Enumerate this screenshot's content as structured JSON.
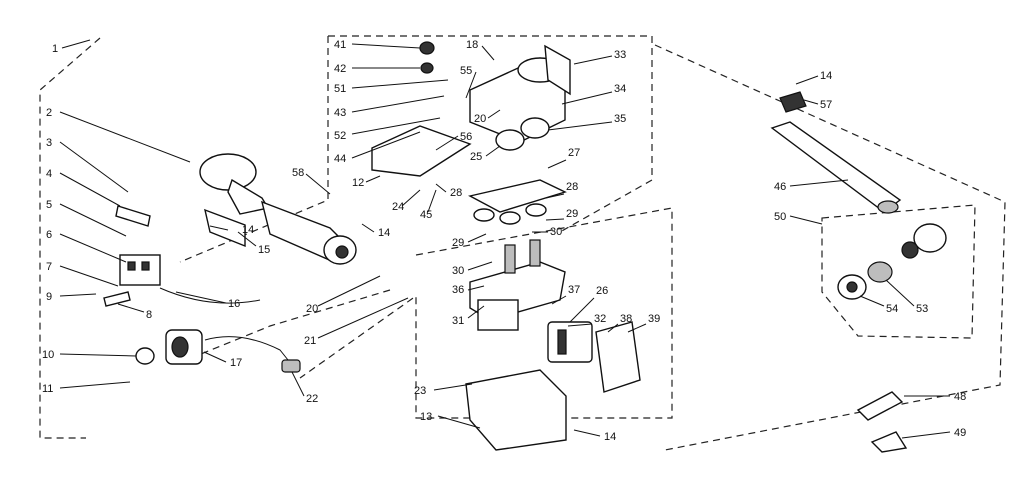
{
  "diagram": {
    "callouts": {
      "c1": "1",
      "c2": "2",
      "c3": "3",
      "c4": "4",
      "c5": "5",
      "c6": "6",
      "c7": "7",
      "c8": "8",
      "c9": "9",
      "c10": "10",
      "c11": "11",
      "c12": "12",
      "c13": "13",
      "c14a": "14",
      "c14b": "14",
      "c14c": "14",
      "c14d": "14",
      "c15": "15",
      "c16": "16",
      "c17": "17",
      "c18": "18",
      "c20a": "20",
      "c20b": "20",
      "c21": "21",
      "c22": "22",
      "c23": "23",
      "c24": "24",
      "c25": "25",
      "c26": "26",
      "c27": "27",
      "c28a": "28",
      "c28b": "28",
      "c29a": "29",
      "c29b": "29",
      "c30a": "30",
      "c30b": "30",
      "c31": "31",
      "c32": "32",
      "c33": "33",
      "c34": "34",
      "c35": "35",
      "c36": "36",
      "c37": "37",
      "c38": "38",
      "c39": "39",
      "c41": "41",
      "c42": "42",
      "c43": "43",
      "c44": "44",
      "c45": "45",
      "c46": "46",
      "c48": "48",
      "c49": "49",
      "c50": "50",
      "c51": "51",
      "c52": "52",
      "c53": "53",
      "c54": "54",
      "c55": "55",
      "c56": "56",
      "c57": "57",
      "c58": "58"
    }
  }
}
